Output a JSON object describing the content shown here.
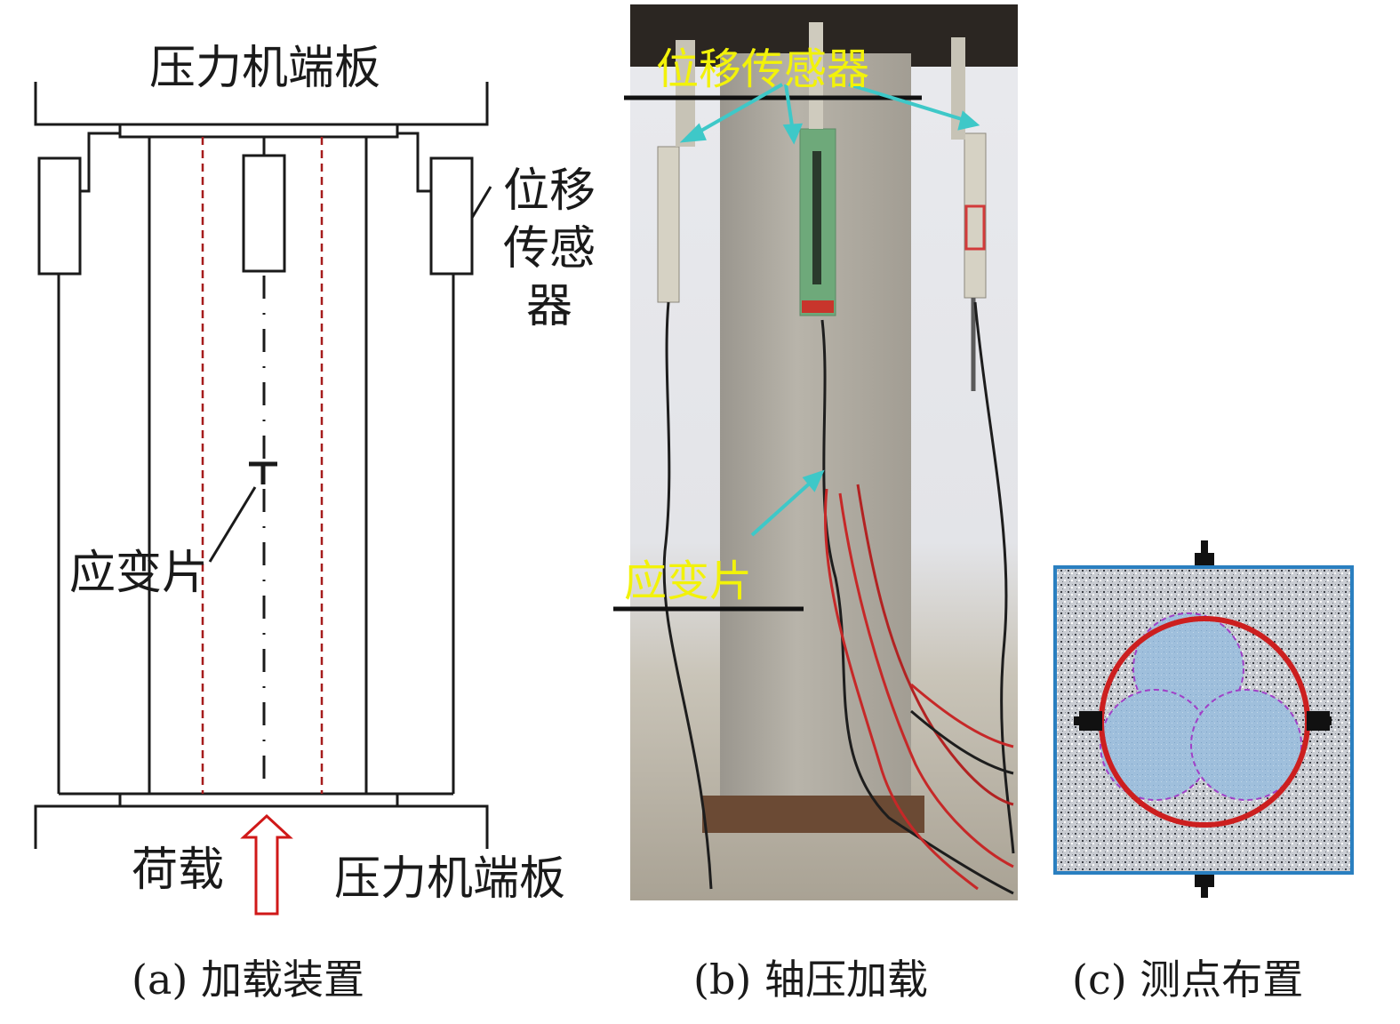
{
  "panel_a": {
    "top_plate_label": "压力机端板",
    "sensor_label_lines": [
      "位移",
      "传感",
      "器"
    ],
    "strain_gauge_label": "应变片",
    "load_label": "荷载",
    "bottom_plate_label": "压力机端板",
    "caption": "(a) 加载装置"
  },
  "panel_b": {
    "sensor_label": "位移传感器",
    "strain_gauge_label": "应变片",
    "caption": "(b) 轴压加载"
  },
  "panel_c": {
    "caption": "(c) 测点布置"
  },
  "colors": {
    "line": "#1a1a1a",
    "dashed_red": "#a61c1c",
    "arrow_red": "#d01818",
    "annotation_yellow": "#f2f20a",
    "annotation_cyan": "#3ec8c8",
    "circle_red": "#cc1f1f",
    "inner_purple": "#a040c8",
    "square_border": "#2a7fc0"
  }
}
